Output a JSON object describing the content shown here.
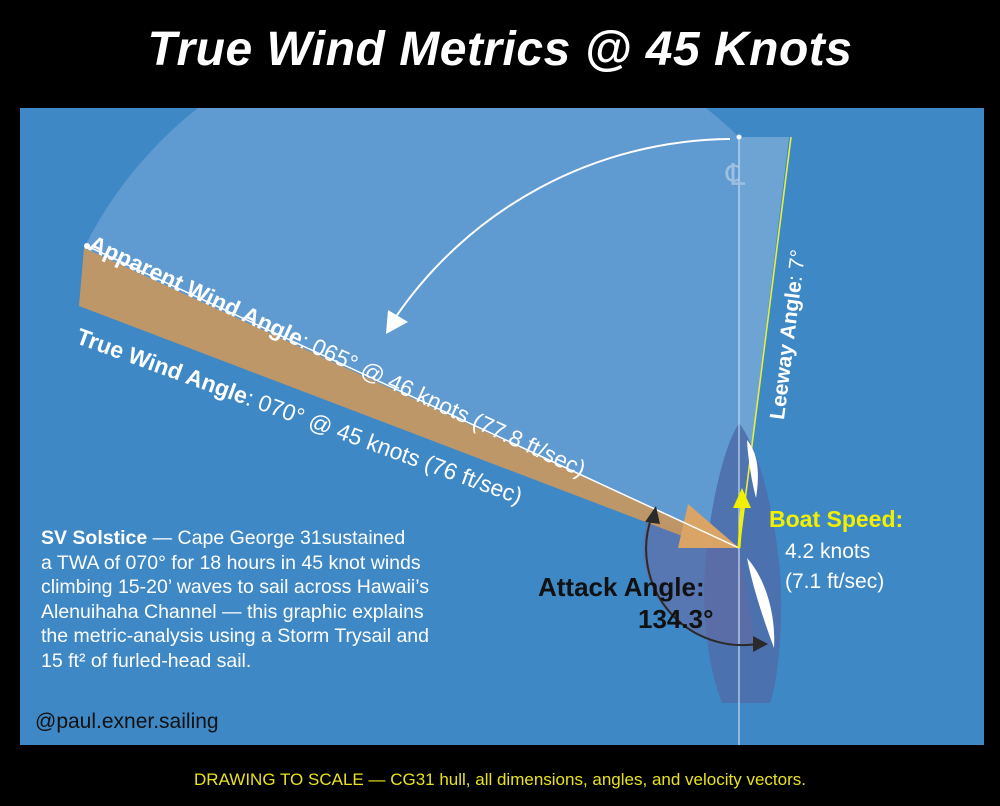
{
  "title": "True Wind Metrics @ 45 Knots",
  "centerline_symbol": "℄",
  "leeway": {
    "label": "Leeway Angle",
    "value": ": 7°"
  },
  "apparent_wind": {
    "label": "Apparent Wind Angle",
    "value": ": 065° @ 46 knots (77.8 ft/sec)"
  },
  "true_wind": {
    "label": "True Wind Angle",
    "value": ": 070° @ 45 knots (76 ft/sec)"
  },
  "boat_speed": {
    "label": "Boat Speed:",
    "knots": "4.2 knots",
    "ftsec": "(7.1 ft/sec)"
  },
  "attack_angle": {
    "label": "Attack Angle:",
    "value": "134.3°"
  },
  "description": {
    "boat_name": "SV Solstice",
    "lines": [
      " — Cape George 31sustained",
      "a TWA of 070° for 18 hours in 45 knot winds",
      "climbing 15-20’ waves to sail across Hawaii’s",
      "Alenuihaha Channel — this graphic explains",
      "the metric-analysis using a Storm Trysail and",
      "15 ft² of furled-head sail."
    ]
  },
  "handle": "@paul.exner.sailing",
  "footer": "DRAWING TO SCALE — CG31 hull, all dimensions, angles, and velocity vectors.",
  "colors": {
    "background": "#000000",
    "water": "#3f88c6",
    "sector": "#7aaad8",
    "wind_wedge": "#c9985f",
    "hull": "#4d6fab",
    "leeway_line": "#e6f040",
    "boat_speed_arrow": "#f0f000",
    "footer_text": "#e8e21e"
  }
}
